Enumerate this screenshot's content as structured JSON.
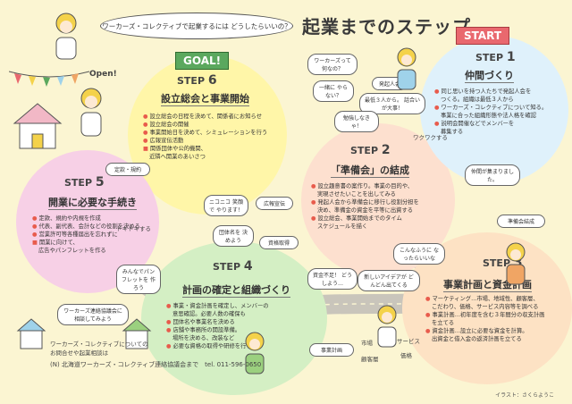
{
  "header": {
    "question": "ワーカーズ・コレクティブで起業するには どうしたらいいの？",
    "title": "起業までのステップ"
  },
  "colors": {
    "goal": "#fff6a8",
    "step5": "#f7d0e6",
    "step4": "#d4efc4",
    "step2": "#fde0cf",
    "step1": "#dff1fb",
    "step3": "#fde2c4",
    "bullet": "#e85b4c",
    "road": "#c9c5bb"
  },
  "goal": {
    "flag": "GOAL!",
    "step": "STEP",
    "num": "6",
    "heading": "設立総会と事業開始",
    "items": [
      {
        "t": "設立総会の日程を決めて、関係者にお知らせ",
        "k": "b"
      },
      {
        "t": "設立総会の開催",
        "k": "b"
      },
      {
        "t": "事業開始日を決めて、シミュレーションを行う",
        "k": "b"
      },
      {
        "t": "広報宣伝活動",
        "k": "b"
      },
      {
        "t": "関係団体や公的機関、",
        "k": "s"
      },
      {
        "t": "近隣へ開業のあいさつ",
        "k": "c"
      }
    ]
  },
  "step5": {
    "step": "STEP",
    "num": "5",
    "heading": "開業に必要な手続き",
    "items": [
      {
        "t": "定款、規約や内規を作成",
        "k": "b"
      },
      {
        "t": "代表、副代表、会計などの役割を決める",
        "k": "b"
      },
      {
        "t": "営業許可等各種届出を忘れずに",
        "k": "b"
      },
      {
        "t": "開業に向けて、",
        "k": "s"
      },
      {
        "t": "広告やパンフレットを作る",
        "k": "c"
      }
    ]
  },
  "step4": {
    "step": "STEP",
    "num": "4",
    "heading": "計画の確定と組織づくり",
    "items": [
      {
        "t": "事業・資金計画を確定し、メンバーの",
        "k": "b"
      },
      {
        "t": "意思確認。必要人数の確保も",
        "k": "c"
      },
      {
        "t": "団体名や事業名を決める",
        "k": "b"
      },
      {
        "t": "店舗や事務所の開設準備。",
        "k": "b"
      },
      {
        "t": "場所を決める、改装など",
        "k": "c"
      },
      {
        "t": "必要な資格の取得や研修を行う",
        "k": "b"
      }
    ]
  },
  "step2": {
    "step": "STEP",
    "num": "2",
    "heading": "「準備会」の結成",
    "items": [
      {
        "t": "設立趣意書の案作り。事業の目的や、",
        "k": "b"
      },
      {
        "t": "実現させたいことを出してみる",
        "k": "c"
      },
      {
        "t": "発起人会から準備会に移行し役割分担を",
        "k": "b"
      },
      {
        "t": "決め、準備金の資金を平等に出資する",
        "k": "c"
      },
      {
        "t": "設立総会、事業開始までのタイム",
        "k": "b"
      },
      {
        "t": "スケジュールを描く",
        "k": "c"
      }
    ]
  },
  "step1": {
    "flag": "START",
    "step": "STEP",
    "num": "1",
    "heading": "仲間づくり",
    "items": [
      {
        "t": "同じ思いを持つ人たちで発起人会を",
        "k": "b"
      },
      {
        "t": "つくる。組織は最低３人から",
        "k": "c"
      },
      {
        "t": "ワーカーズ・コレクティブについて知る。",
        "k": "b"
      },
      {
        "t": "事業に合った組織形態や法人格を確認",
        "k": "c"
      },
      {
        "t": "説明会開催などでメンバーを",
        "k": "b"
      },
      {
        "t": "募集する",
        "k": "c"
      }
    ]
  },
  "step3": {
    "step": "STEP",
    "num": "3",
    "heading": "事業計画と資金計画",
    "items": [
      {
        "t": "マーケティング…市場、地域性、顧客層、",
        "k": "b"
      },
      {
        "t": "こだわり、価格、サービス内容等を調べる",
        "k": "c"
      },
      {
        "t": "事業計画…初年度を含む３年間分の収支計画",
        "k": "b"
      },
      {
        "t": "を立てる",
        "k": "c"
      },
      {
        "t": "資金計画…設立に必要な資金を計算。",
        "k": "b"
      },
      {
        "t": "出資金と借入金の返済計画を立てる",
        "k": "c"
      }
    ]
  },
  "bubbles": {
    "open": "Open!",
    "b1": "ワーカーズって 何なの？",
    "b2": "一緒に やらない？",
    "b3": "発起人会",
    "b4": "最低３人から。 話合いが大事！",
    "b5": "勉強しなきゃ！",
    "b6": "仲間が集まりました。",
    "b7": "準備会結成",
    "b8": "新しいアイデアが どんどん出てくる",
    "b9": "資金不足！ どうしよう…",
    "b10": "市場",
    "b11": "顧客層",
    "b12": "価格",
    "b13": "サービス",
    "b14": "事業計画",
    "b15": "ワーカーズ連絡協議会に 相談してみよう",
    "b16": "団体名を 決めよう",
    "b17": "ニコニコ 笑顔で やります！",
    "b18": "広報宣伝",
    "b19": "みんなでパンフレットを 作ろう",
    "b20": "資格取得",
    "b21": "こんなふうに なったらいいな",
    "b22": "定款・規約",
    "b23": "ワクワクする",
    "b24": "ドキドキする"
  },
  "footer": {
    "line1": "ワーカーズ・コレクティブについての",
    "line2": "お問合せや起業相談は",
    "contact": "(N) 北海道ワーカーズ・コレクティブ連絡協議会まで　tel. 011-596-0650"
  },
  "credit": "イラスト：さくらようこ"
}
